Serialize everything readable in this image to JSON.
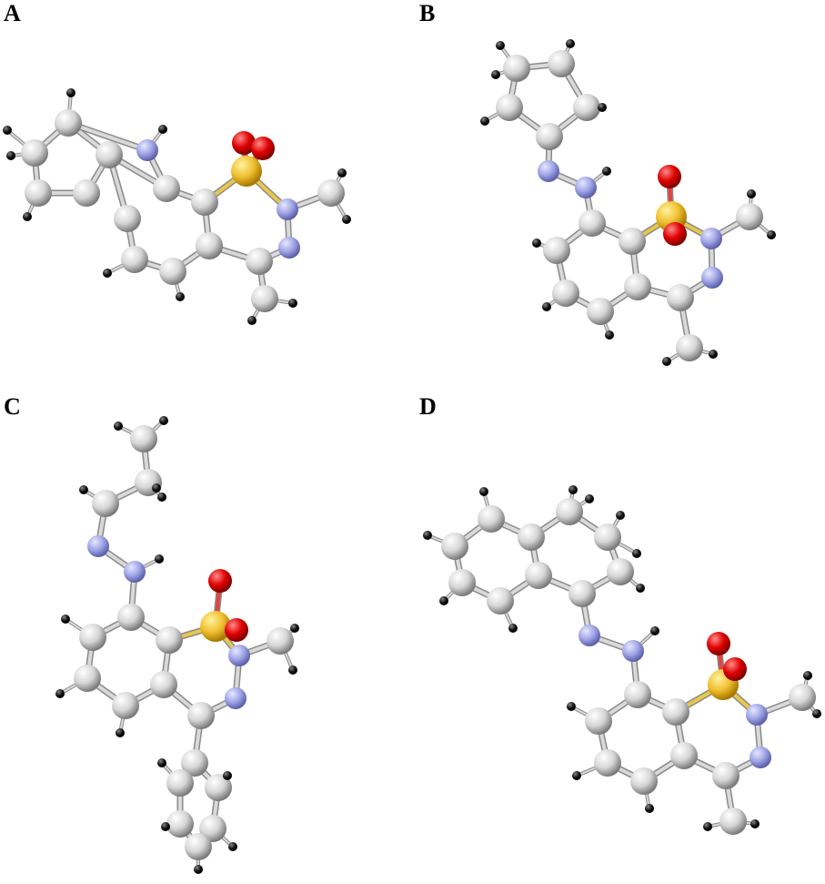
{
  "panels": [
    {
      "label": "A"
    },
    {
      "label": "B"
    },
    {
      "label": "C"
    },
    {
      "label": "D"
    }
  ],
  "atom_colors": {
    "C": "#d4d4d4",
    "H": "#111111",
    "N": "#9fa4e6",
    "O": "#e00000",
    "S": "#f0c030"
  },
  "bond_color": "#d9d9d9"
}
